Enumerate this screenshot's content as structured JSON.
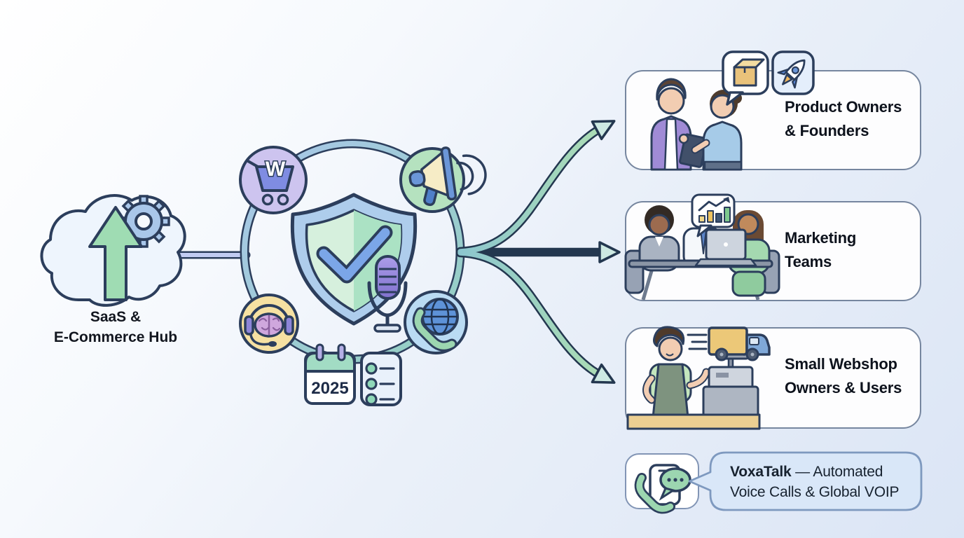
{
  "hub": {
    "label": [
      "SaaS &",
      "E-Commerce Hub"
    ]
  },
  "calendar": {
    "year": "2025"
  },
  "cart": {
    "letter": "W"
  },
  "audience_cards": [
    {
      "title": [
        "Product Owners",
        "& Founders"
      ]
    },
    {
      "title": [
        "Marketing",
        "Teams"
      ]
    },
    {
      "title": [
        "Small Webshop",
        "Owners & Users"
      ]
    }
  ],
  "footer": {
    "brand": "VoxaTalk",
    "line1_rest": "— Automated",
    "line2": "Voice Calls & Global VOIP"
  },
  "colors": {
    "outline_navy": "#2c3e5c",
    "background_edge_blue": "#dbe5f5",
    "card_border": "#76869f",
    "card_bg": "#fdfdfe",
    "ring_blue": "#a9c7ea",
    "ring_teal": "#93cfc0",
    "shield_blue": "#aecdec",
    "shield_green_light": "#d6f0dd",
    "shield_green_dark": "#abe2c4",
    "check_blue": "#7ba6e8",
    "mic_purple": "#9d8ce0",
    "hub_arrow_green": "#9fdcb3",
    "gear_blue": "#a9c7ea",
    "gear_gray": "#b9c0d2",
    "connector_periwinkle": "#c2ccf2",
    "cart_circle_purple": "#cdc4ef",
    "cart_blue": "#7f8ce2",
    "megaphone_circle_green": "#b5e2bf",
    "megaphone_cream": "#f6ecc6",
    "brain_circle_yellow": "#f6e1a2",
    "globe_circle_blue": "#badbf3",
    "globe_blue": "#5e93d8",
    "handset_green": "#9cd6b0",
    "arrow_teal": "#8cc6ce",
    "arrow_green": "#abdcb5",
    "calendar_header_green": "#a2dcc4",
    "checklist_dot_green": "#8fd8b8",
    "truck_cargo_tan": "#ecc878",
    "truck_cab_blue": "#7fa8d8",
    "footer_bubble_bg": "#d9e7f8",
    "footer_bubble_border": "#7e99bf"
  }
}
